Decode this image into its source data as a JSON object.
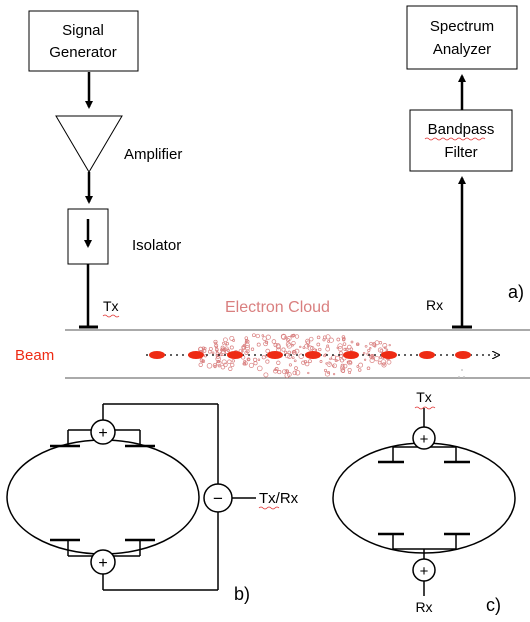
{
  "blocks": {
    "signal_generator": [
      "Signal",
      "Generator"
    ],
    "spectrum_analyzer": [
      "Spectrum",
      "Analyzer"
    ],
    "bandpass_filter": [
      "Bandpass",
      "Filter"
    ]
  },
  "labels": {
    "amplifier": "Amplifier",
    "isolator": "Isolator",
    "electron_cloud": "Electron Cloud",
    "beam": "Beam",
    "tx": "Tx",
    "rx": "Rx",
    "txrx": "Tx/Rx",
    "plus": "+",
    "minus": "−"
  },
  "panels": {
    "a": "a)",
    "b": "b)",
    "c": "c)"
  },
  "colors": {
    "beam": "#ee2b14",
    "cloud": "#d97f7f",
    "line": "#000000",
    "chamber_wall": "#555555"
  }
}
